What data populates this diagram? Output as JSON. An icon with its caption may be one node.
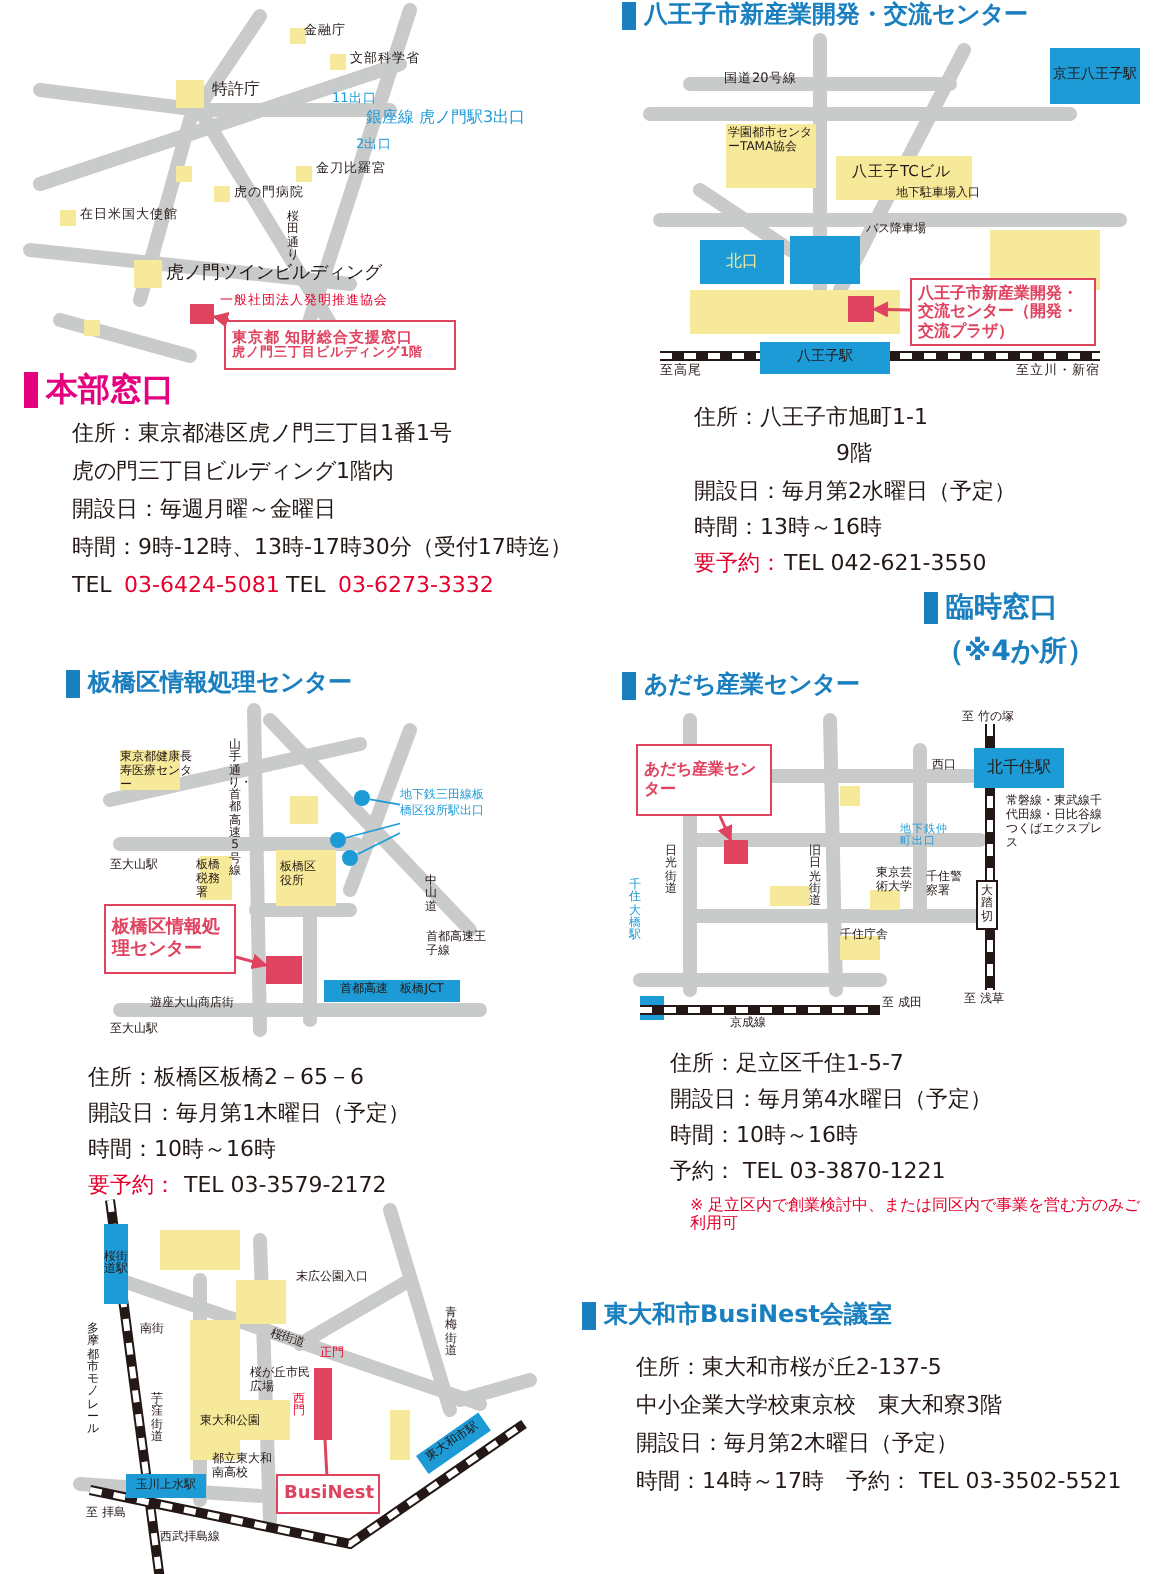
{
  "diagram": {
    "nodes": [
      {
        "text": [
          "東京都 知財総合支援窓口",
          "虎ノ門三丁目ビルディング1階"
        ]
      },
      {
        "text": [],
        "shape": "box"
      },
      {
        "text": [
          "八王子市新産業開発・交流センター（開発・交流プラザ）"
        ]
      },
      {
        "text": [],
        "shape": "box"
      },
      {
        "text": [
          "板橋区情報処理センター"
        ]
      },
      {
        "text": [],
        "shape": "box"
      },
      {
        "text": [
          "地下鉄三田線板橋区役所駅出口"
        ]
      },
      {
        "text": [],
        "shape": "circle"
      },
      {
        "text": [],
        "shape": "circle"
      },
      {
        "text": [],
        "shape": "circle"
      },
      {
        "text": [
          "あだち産業センター"
        ]
      },
      {
        "text": [],
        "shape": "box"
      },
      {
        "text": [
          "BusiNest"
        ]
      },
      {
        "text": [],
        "shape": "box"
      }
    ],
    "edges": [
      {
        "from": 0,
        "to": 1,
        "arrow": "to"
      },
      {
        "from": 2,
        "to": 3,
        "arrow": "to"
      },
      {
        "from": 4,
        "to": 5,
        "arrow": "to"
      },
      {
        "from": 6,
        "to": 7,
        "arrow": "none",
        "color": "#1c9bd7"
      },
      {
        "from": 6,
        "to": 8,
        "arrow": "none",
        "color": "#1c9bd7"
      },
      {
        "from": 6,
        "to": 9,
        "arrow": "none",
        "color": "#1c9bd7"
      },
      {
        "from": 10,
        "to": 11,
        "arrow": "to"
      },
      {
        "from": 12,
        "to": 13,
        "arrow": "none"
      }
    ],
    "labels": [
      "金融庁",
      "文部科学省",
      "特許庁",
      "11出口",
      "銀座線 虎ノ門駅3出口",
      "2出口",
      "金刀比羅宮",
      "虎の門病院",
      "在日米国大使館",
      "桜田通り",
      "虎ノ門ツインビルディング",
      "一般社団法人発明推進協会",
      "本部窓口",
      "住所：東京都港区虎ノ門三丁目1番1号",
      "虎の門三丁目ビルディング1階内",
      "開設日：毎週月曜～金曜日",
      "時間：9時-12時、13時-17時30分（受付17時迄）",
      "TEL",
      "03-6424-5081",
      "TEL",
      "03-6273-3332",
      "八王子市新産業開発・交流センター",
      "国道20号線",
      "京王八王子駅",
      "学園都市センターTAMA協会",
      "八王子TCビル",
      "地下駐車場入口",
      "バス降車場",
      "北口",
      "八王子駅",
      "至高尾",
      "至立川・新宿",
      "住所：八王子市旭町1-1",
      "9階",
      "開設日：毎月第2水曜日（予定）",
      "時間：13時～16時",
      "要予約：",
      "TEL 042-621-3550",
      "臨時窓口",
      "（※4か所）",
      "板橋区情報処理センター",
      "東京都健康長寿医療センター",
      "山手通り・首都高速5号線",
      "至大山駅",
      "板橋税務署",
      "板橋区役所",
      "中山道",
      "首都高速王子線",
      "首都高速　板橋JCT",
      "遊座大山商店街",
      "至大山駅",
      "住所：板橋区板橋2－65－6",
      "開設日：毎月第1木曜日（予定）",
      "時間：10時～16時",
      "要予約：",
      "TEL 03-3579-2172",
      "あだち産業センター",
      "至 竹の塚",
      "西口",
      "北千住駅",
      "常磐線・東武線千代田線・日比谷線つくばエクスプレス",
      "地下鉄仲町出口",
      "日光街道",
      "旧日光街道",
      "東京芸術大学",
      "千住警察署",
      "大踏切",
      "千住庁舎",
      "千住大橋駅",
      "至 成田",
      "京成線",
      "至 浅草",
      "住所：足立区千住1-5-7",
      "開設日：毎月第4水曜日（予定）",
      "時間：10時～16時",
      "予約： TEL 03-3870-1221",
      "※ 足立区内で創業検討中、または同区内で事業を営む方のみご利用可",
      "桜街道駅",
      "南街",
      "末広公園入口",
      "桜街道",
      "正門",
      "西門",
      "桜が丘市民広場",
      "東大和公園",
      "青梅街道",
      "都立東大和南高校",
      "多摩都市モノレール",
      "芋窪街道",
      "玉川上水駅",
      "至 拝島",
      "西武拝島線",
      "東大和市駅",
      "東大和市BusiNest会議室",
      "住所：東大和市桜が丘2-137-5",
      "中小企業大学校東京校　東大和寮3階",
      "開設日：毎月第2木曜日（予定）",
      "時間：14時～17時　予約： TEL 03-3502-5521"
    ]
  }
}
